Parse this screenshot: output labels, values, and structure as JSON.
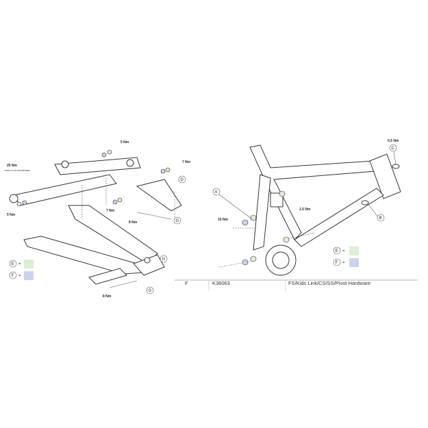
{
  "colors": {
    "green": "#dcefd0",
    "blue": "#c9d3ee",
    "line": "#333333"
  },
  "torques": {
    "t1": "5 Nm",
    "t2": "7 Nm",
    "t3": "25 Nm",
    "t3_note": "12668 F16: BC7978,BRS,B88",
    "t4": "5 Nm",
    "t5": "7 Nm",
    "t6": "8 Nm",
    "t7": "8 Nm",
    "t8": "10 Nm",
    "t9": "1.5 Nm",
    "t10": "0.5 Nm"
  },
  "callouts": {
    "a": "A",
    "b": "B",
    "c": "C",
    "d": "D",
    "g1": "G",
    "g2": "G",
    "g3": "G"
  },
  "legend_left": {
    "e": "E",
    "f": "F",
    "eq": "="
  },
  "legend_right": {
    "e": "E",
    "f": "F",
    "eq": "="
  },
  "parts_table": {
    "rows": [
      {
        "key": "F",
        "part": "K36063",
        "description": "FS/Kids Link/CS/SS/Pivot Hardware"
      }
    ]
  }
}
